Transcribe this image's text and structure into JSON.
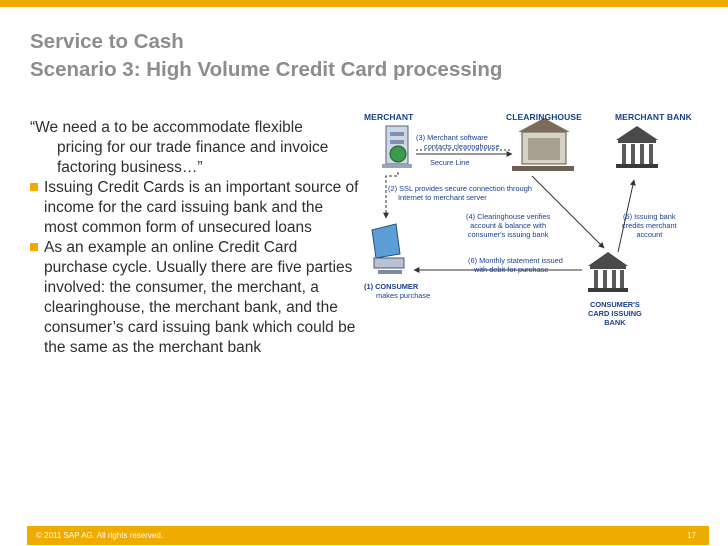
{
  "slide": {
    "title_line1": "Service to Cash",
    "title_line2": "Scenario 3: High Volume Credit Card processing",
    "quote_line1": "“We need a to be accommodate flexible",
    "quote_line2": "pricing for our trade finance and invoice factoring business…”",
    "bullets": [
      "Issuing Credit Cards is an important source of income for the card issuing bank and the most common form of unsecured loans",
      "As an example an online Credit Card purchase cycle. Usually there are five parties involved: the consumer, the merchant, a clearinghouse, the merchant bank, and the consumer’s card issuing bank which could be the same as the merchant bank"
    ]
  },
  "diagram": {
    "headers": {
      "merchant": "MERCHANT",
      "clearinghouse": "CLEARINGHOUSE",
      "merchant_bank": "MERCHANT BANK"
    },
    "secure_line": "Secure Line",
    "step3": [
      "(3) Merchant software",
      "contacts clearinghouse"
    ],
    "step2": [
      "(2) SSL provides secure connection through",
      "Internet to merchant server"
    ],
    "step4": [
      "(4) Clearinghouse  verifies",
      "account & balance with",
      "consumer's issuing bank"
    ],
    "step5": [
      "(5) Issuing  bank",
      "credits merchant",
      "account"
    ],
    "step6": [
      "(6) Monthly statement issued",
      "with debit for purchase"
    ],
    "step1": [
      "(1) CONSUMER",
      "makes  purchase"
    ],
    "issuing_bank": [
      "CONSUMER'S",
      "CARD ISSUING",
      "BANK"
    ]
  },
  "footer": {
    "copyright": "© 2011 SAP AG. All rights reserved.",
    "page": "17"
  },
  "colors": {
    "accent": "#f0ab00",
    "title": "#8b8d8e",
    "diagram_text": "#1a3f8f"
  }
}
